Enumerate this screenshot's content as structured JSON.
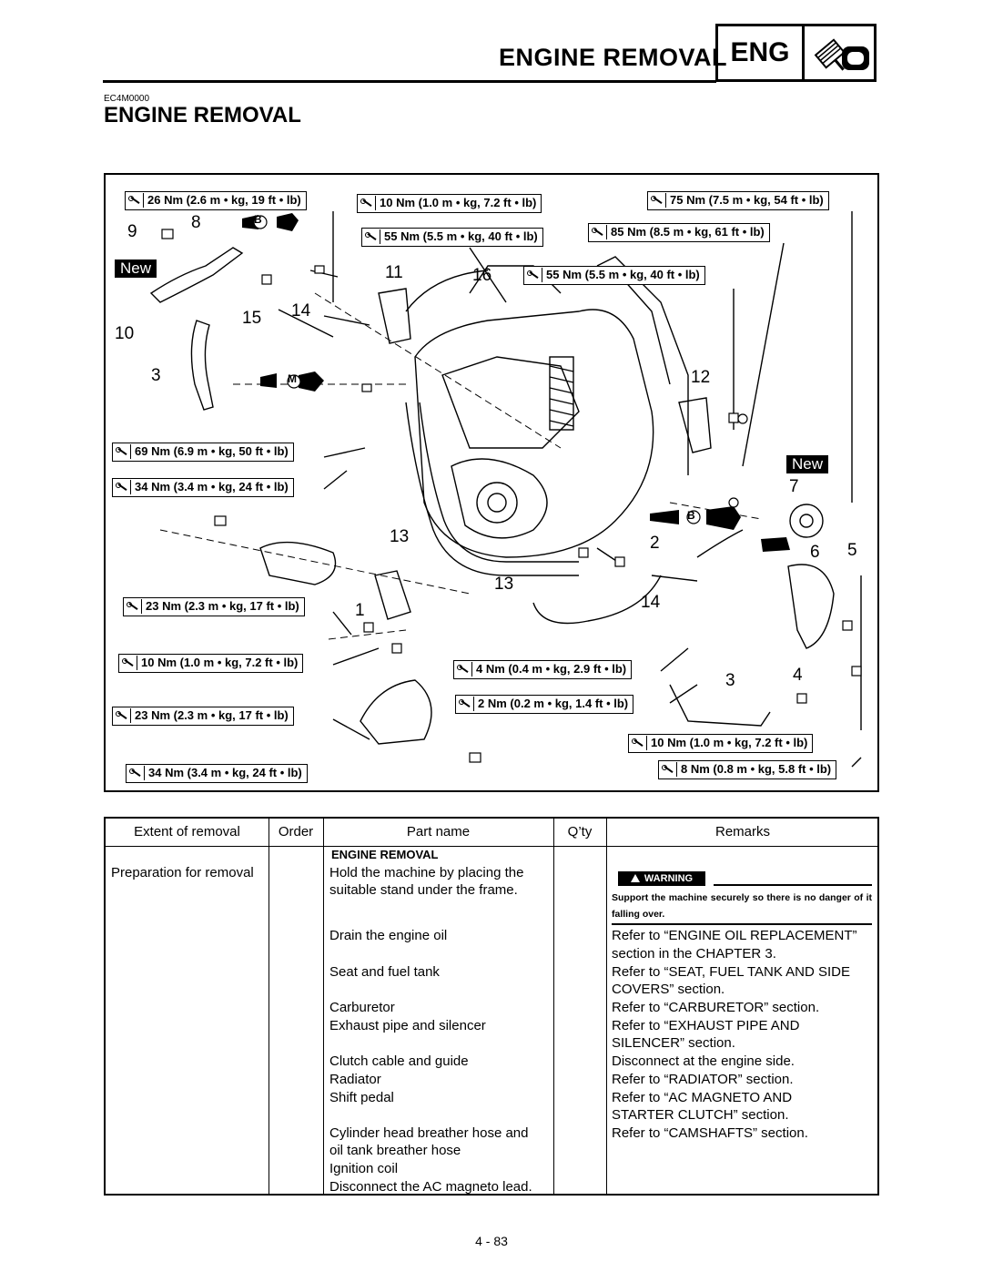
{
  "header": {
    "section_title": "ENGINE REMOVAL",
    "badge_text": "ENG",
    "doc_code": "EC4M0000",
    "page_title": "ENGINE REMOVAL"
  },
  "diagram": {
    "torque_specs": [
      "26 Nm (2.6 m • kg, 19 ft • lb)",
      "10 Nm (1.0 m • kg, 7.2 ft • lb)",
      "75 Nm (7.5 m • kg, 54 ft • lb)",
      "55 Nm (5.5 m • kg, 40 ft • lb)",
      "85 Nm (8.5 m • kg, 61 ft • lb)",
      "55 Nm (5.5 m • kg, 40 ft • lb)",
      "69 Nm (6.9 m • kg, 50 ft • lb)",
      "34 Nm (3.4 m • kg, 24 ft • lb)",
      "23 Nm (2.3 m • kg, 17 ft • lb)",
      "10 Nm (1.0 m • kg, 7.2 ft • lb)",
      "4 Nm (0.4 m • kg, 2.9 ft • lb)",
      "2 Nm (0.2 m • kg, 1.4 ft • lb)",
      "23 Nm (2.3 m • kg, 17 ft • lb)",
      "10 Nm (1.0 m • kg, 7.2 ft • lb)",
      "34 Nm (3.4 m • kg, 24 ft • lb)",
      "8 Nm (0.8 m • kg, 5.8 ft • lb)"
    ],
    "callouts": [
      "9",
      "8",
      "10",
      "15",
      "14",
      "3",
      "11",
      "16",
      "12",
      "7",
      "13",
      "2",
      "6",
      "5",
      "13",
      "14",
      "1",
      "3",
      "4"
    ],
    "new_labels": [
      "New",
      "New"
    ],
    "lube_marks": [
      "B",
      "M",
      "B"
    ]
  },
  "table": {
    "headers": [
      "Extent of removal",
      "Order",
      "Part name",
      "Q’ty",
      "Remarks"
    ],
    "section_heading": "ENGINE REMOVAL",
    "extent": "Preparation for removal",
    "warning": {
      "label": "WARNING",
      "text": "Support the machine securely so there is no danger of it falling over."
    },
    "parts": [
      "Hold the machine by placing the",
      "suitable stand under the frame.",
      "Drain the engine oil",
      "Seat and fuel tank",
      "Carburetor",
      "Exhaust pipe and silencer",
      "Clutch cable and guide",
      "Radiator",
      "Shift pedal",
      "Cylinder head breather hose and",
      "oil tank breather hose",
      "Ignition coil",
      "Disconnect the AC magneto lead."
    ],
    "remarks": [
      "Refer to “ENGINE OIL REPLACEMENT”",
      "section in the CHAPTER 3.",
      "Refer to “SEAT, FUEL TANK AND SIDE",
      "COVERS” section.",
      "Refer to “CARBURETOR” section.",
      "Refer to “EXHAUST PIPE AND",
      "SILENCER” section.",
      "Disconnect at the engine side.",
      "Refer to “RADIATOR” section.",
      "Refer to “AC MAGNETO AND",
      "STARTER CLUTCH” section.",
      "Refer to “CAMSHAFTS” section."
    ]
  },
  "footer": {
    "page_number": "4 - 83"
  }
}
